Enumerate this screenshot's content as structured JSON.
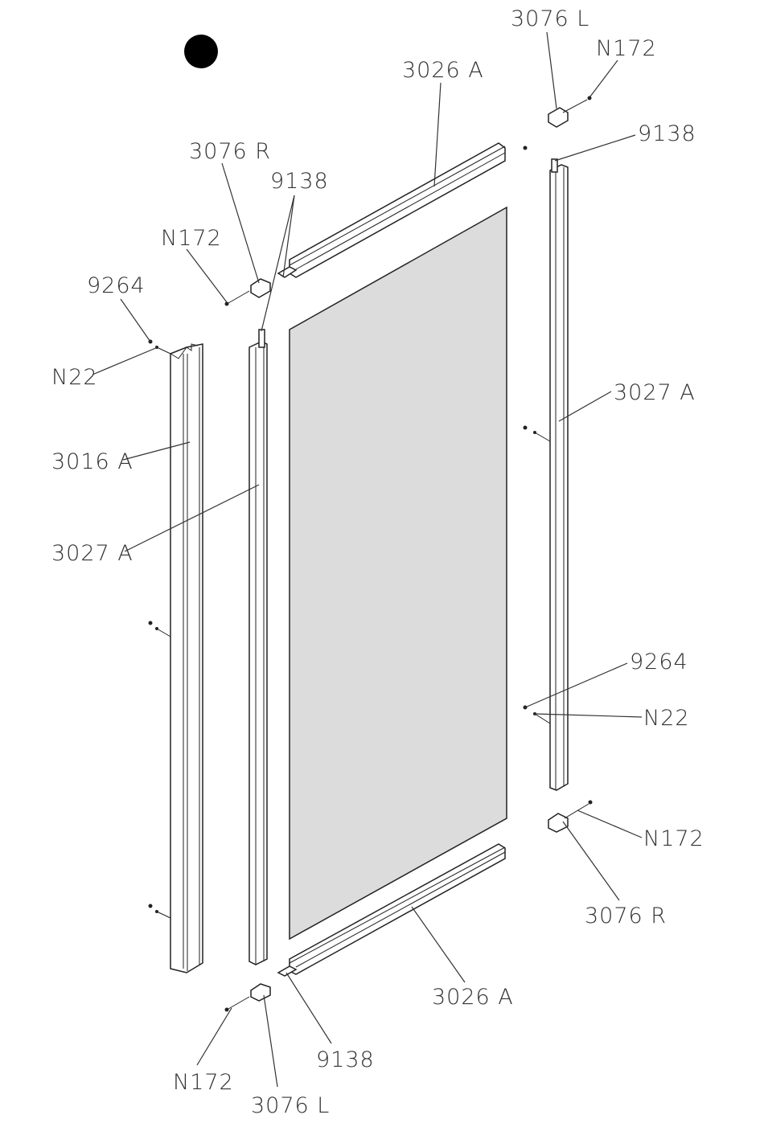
{
  "labels": {
    "l3076L_top": "3076 L",
    "n172_top": "N172",
    "l3026A_top": "3026 A",
    "l9138_top_right": "9138",
    "l3076R_top": "3076 R",
    "l9138_top_left": "9138",
    "n172_left": "N172",
    "l9264_left": "9264",
    "n22_left": "N22",
    "l3016A": "3016 A",
    "l3027A_left": "3027 A",
    "l3027A_right": "3027 A",
    "l9264_right": "9264",
    "n22_right": "N22",
    "n172_bottom_right": "N172",
    "l3076R_bottom": "3076 R",
    "l3026A_bottom": "3026 A",
    "l9138_bottom": "9138",
    "n172_bottom_left": "N172",
    "l3076L_bottom": "3076 L"
  },
  "colors": {
    "glass": "#dcdcdc",
    "line": "#222222",
    "marker": "#000000"
  }
}
